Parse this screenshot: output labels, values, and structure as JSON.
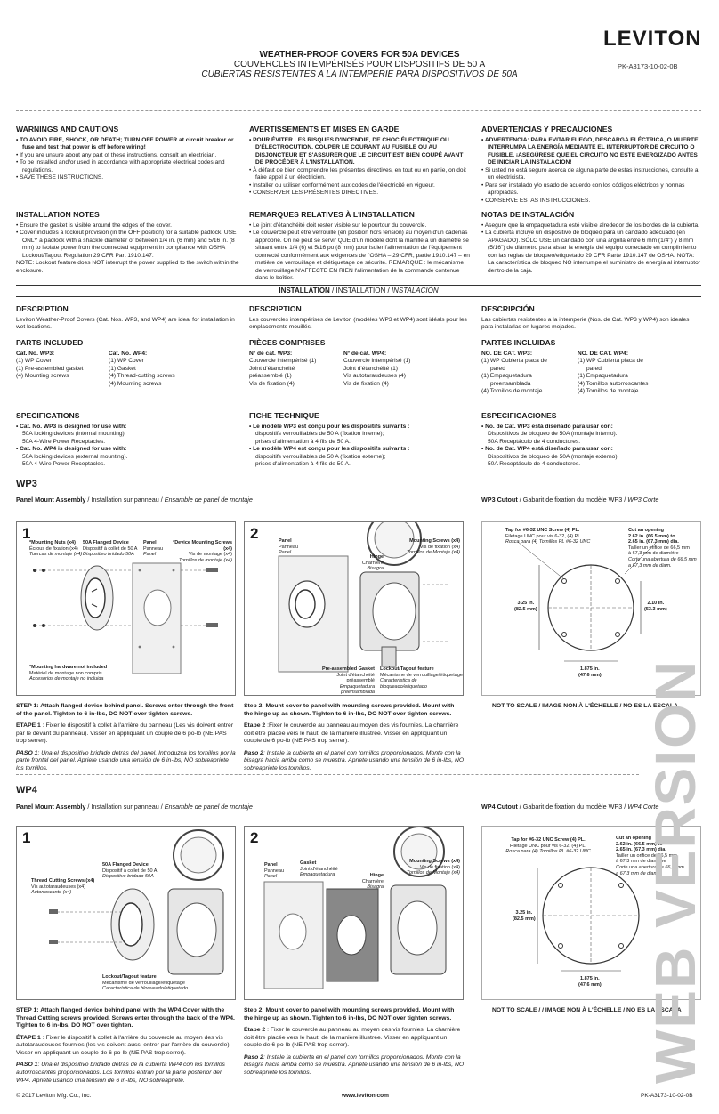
{
  "header": {
    "brand": "LEVITON",
    "doc_code": "PK-A3173-10-02-0B",
    "title_en": "WEATHER-PROOF COVERS FOR 50A DEVICES",
    "title_fr": "COUVERCLES INTEMPÉRISÉS POUR DISPOSITIFS DE 50 A",
    "title_es": "CUBIERTAS RESISTENTES A LA INTEMPERIE PARA DISPOSITIVOS DE 50A"
  },
  "warnings": {
    "en_title": "WARNINGS AND CAUTIONS",
    "en_items": [
      "TO AVOID FIRE, SHOCK, OR DEATH; TURN OFF POWER at circuit breaker or fuse and test that power is off before wiring!",
      "If you are unsure about any part of these instructions, consult an electrician.",
      "To be installed and/or used in accordance with appropriate electrical codes and regulations.",
      "SAVE THESE INSTRUCTIONS."
    ],
    "fr_title": "AVERTISSEMENTS ET MISES EN GARDE",
    "fr_items": [
      "POUR ÉVITER LES RISQUES D'INCENDIE, DE CHOC ÉLECTRIQUE OU D'ÉLECTROCUTION, COUPER LE COURANT AU FUSIBLE OU AU DISJONCTEUR ET S'ASSURER QUE LE CIRCUIT EST BIEN COUPÉ AVANT DE PROCÉDER À L'INSTALLATION.",
      "À défaut de bien comprendre les présentes directives, en tout ou en partie, on doit faire appel à un électricien.",
      "Installer ou utiliser conformément aux codes de l'électricité en vigueur.",
      "CONSERVER LES PRÉSENTES DIRECTIVES."
    ],
    "es_title": "ADVERTENCIAS Y PRECAUCIONES",
    "es_items": [
      "ADVERTENCIA: PARA EVITAR FUEGO, DESCARGA ELÉCTRICA, O MUERTE, INTERRUMPA LA ENERGÍA MEDIANTE EL INTERRUPTOR DE CIRCUITO O FUSIBLE. ¡ASEGÚRESE QUE EL CIRCUITO NO ESTE ENERGIZADO ANTES DE INICIAR LA INSTALACION!",
      "Si usted no está seguro acerca de alguna parte de estas instrucciones, consulte a un electricista.",
      "Para ser instalado y/o usado de acuerdo con los códigos eléctricos y normas apropiadas.",
      "CONSERVE ESTAS INSTRUCCIONES."
    ]
  },
  "install_notes": {
    "en_title": "INSTALLATION NOTES",
    "en_items": [
      "Ensure the gasket is visible around the edges of the cover.",
      "Cover includes a lockout provision (in the OFF position) for a suitable padlock. USE ONLY a padlock with a shackle diameter of between 1/4 in. (6 mm) and 5/16 in. (8 mm) to isolate power from the connected equipment in compliance with OSHA Lockout/Tagout Regulation 29 CFR Part 1910.147."
    ],
    "en_note": "NOTE: Lockout feature does NOT interrupt the power supplied to the switch within the enclosure.",
    "fr_title": "REMARQUES RELATIVES À L'INSTALLATION",
    "fr_items": [
      "Le joint d'étanchéité doit rester visible sur le pourtour du couvercle.",
      "Le couvercle peut être verrouillé (en position hors tension) au moyen d'un cadenas approprié. On ne peut se servir QUE d'un modèle dont la manille a un diamètre se situant entre 1/4 (6) et 5/16 po (8 mm) pour isoler l'alimentation de l'équipement connecté conformément aux exigences de l'OSHA – 29 CFR, partie 1910.147 – en matière de verrouillage et d'étiquetage de sécurité. REMARQUE : le mécanisme de verrouillage N'AFFECTE EN RIEN l'alimentation de la commande contenue dans le boîtier."
    ],
    "es_title": "NOTAS DE INSTALACIÓN",
    "es_items": [
      "Asegure que la empaquetadura esté visible alrededor de los bordes de la cubierta.",
      "La cubierta incluye un dispositivo de bloqueo para un candado adecuado (en APAGADO). SÓLO USE un candado con una argolla entre 6 mm (1/4\") y 8 mm (5/16\") de diámetro para aislar la energía del equipo conectado en cumplimiento con las reglas de bloqueo/etiquetado 29 CFR Parte 1910.147 de OSHA. NOTA: La característica de bloqueo NO interrumpe el suministro de energía al interruptor dentro de la caja."
    ]
  },
  "install_band": {
    "en": "INSTALLATION",
    "fr": "INSTALLATION",
    "es": "INSTALACIÓN"
  },
  "description": {
    "en_title": "DESCRIPTION",
    "en_text": "Leviton Weather-Proof Covers (Cat. Nos. WP3, and WP4) are ideal for installation in wet locations.",
    "fr_title": "DESCRIPTION",
    "fr_text": "Les couvercles intempérisés de Leviton (modèles WP3 et WP4) sont idéals pour les emplacements mouillés.",
    "es_title": "DESCRIPCIÓN",
    "es_text": "Las cubiertas resistentes a la intemperie (Nos. de Cat. WP3 y WP4) son ideales para instalarlas en lugares mojados."
  },
  "parts": {
    "en_title": "PARTS INCLUDED",
    "en_wp3_head": "Cat. No. WP3:",
    "en_wp3": [
      "(1) WP Cover",
      "(1) Pre-assembled gasket",
      "(4) Mounting screws"
    ],
    "en_wp4_head": "Cat. No. WP4:",
    "en_wp4": [
      "(1) WP Cover",
      "(1) Gasket",
      "(4) Thread-cutting screws",
      "(4) Mounting screws"
    ],
    "fr_title": "PIÈCES COMPRISES",
    "fr_wp3_head": "Nº de cat. WP3:",
    "fr_wp3": [
      "Couvercle intempérisé (1)",
      "Joint d'étanchéité",
      "préassemblé (1)",
      "Vis de fixation (4)"
    ],
    "fr_wp4_head": "Nº de cat. WP4:",
    "fr_wp4": [
      "Couvercle intempérisé (1)",
      "Joint d'étanchéité (1)",
      "Vis autotaraudeuses (4)",
      "Vis de fixation (4)"
    ],
    "es_title": "PARTES INCLUIDAS",
    "es_wp3_head": "NO. DE CAT. WP3:",
    "es_wp3": [
      "(1) WP Cubierta placa de",
      "pared",
      "(1) Empaquetadura",
      "preensamblada",
      "(4) Tornillos de montaje"
    ],
    "es_wp4_head": "NO. DE CAT. WP4:",
    "es_wp4": [
      "(1) WP Cubierta placa de",
      "pared",
      "(1) Empaquetadura",
      "(4) Tornillos autorroscantes",
      "(4) Tornillos de montaje"
    ]
  },
  "specs": {
    "en_title": "SPECIFICATIONS",
    "en_items": [
      {
        "head": "Cat. No. WP3 is designed for use with:",
        "lines": [
          "50A locking devices (internal mounting).",
          "50A 4-Wire Power Receptacles."
        ]
      },
      {
        "head": "Cat. No. WP4 is designed for use with:",
        "lines": [
          "50A locking devices (external mounting).",
          "50A 4-Wire Power Receptacles."
        ]
      }
    ],
    "fr_title": "FICHE TECHNIQUE",
    "fr_items": [
      {
        "head": "Le modèle WP3 est conçu pour les dispositifs suivants :",
        "lines": [
          "dispositifs verrouillables de 50 A (fixation interne);",
          "prises d'alimentation à 4 fils de 50 A."
        ]
      },
      {
        "head": "Le modèle WP4 est conçu pour les dispositifs suivants :",
        "lines": [
          "dispositifs verrouillables de 50 A (fixation externe);",
          "prises d'alimentation à 4 fils de 50 A."
        ]
      }
    ],
    "es_title": "ESPECIFICACIONES",
    "es_items": [
      {
        "head": "No. de Cat. WP3 está diseñado para usar con:",
        "lines": [
          "Dispositivos de bloqueo de 50A (montaje interno).",
          "50A Receptáculo de 4 conductores."
        ]
      },
      {
        "head": "No. de Cat. WP4 está diseñado para usar con:",
        "lines": [
          "Dispositivos de bloqueo de 50A (montaje externo).",
          "50A Receptáculo de 4 conductores."
        ]
      }
    ]
  },
  "wp3": {
    "title": "WP3",
    "panel_mount_en": "Panel Mount Assembly",
    "panel_mount_fr": "Installation sur panneau",
    "panel_mount_es": "Ensamble de panel de montaje",
    "cutout_en": "WP3 Cutout",
    "cutout_fr": "Gabarit de fixation du modèle WP3",
    "cutout_es": "WP3 Corte",
    "fig1_num": "1",
    "fig2_num": "2",
    "fig1_labels": {
      "nuts": [
        "*Mounting Nuts (x4)",
        "Écrous de fixation (x4)",
        "Tuercas de montaje (x4)"
      ],
      "flanged": [
        "50A Flanged Device",
        "Dispositif à collet de 50 A",
        "Dispositivo bridado 50A"
      ],
      "panel": [
        "Panel",
        "Panneau",
        "Panel"
      ],
      "screws": [
        "*Device Mounting Screws (x4)",
        "Vis de montage (x4)",
        "Tornillos de montaje (x4)"
      ],
      "hardware": [
        "*Mounting hardware not included",
        "Matériel de montage non compris",
        "Accesorios de montaje no incluida"
      ]
    },
    "fig2_labels": {
      "panel": [
        "Panel",
        "Panneau",
        "Panel"
      ],
      "hinge": [
        "Hinge",
        "Charnière",
        "Bisagra"
      ],
      "screws": [
        "Mounting Screws (x4)",
        "Vis de fixation (x4)",
        "Tornillos de Montaje (x4)"
      ],
      "gasket": [
        "Pre-assembled Gasket",
        "Joint d'étanchéité préassemblé",
        "Empaquetadura preensamblada"
      ],
      "lockout": [
        "Lockout/Tagout feature",
        "Mécanisme de verrouillage/étiquetage",
        "Característica de bloqueado/etiquetado"
      ]
    },
    "cut_labels": {
      "tap": [
        "Tap for #6-32 UNC Screw (4) PL.",
        "Filetage UNC pour vis 6-32, (4) PL.",
        "Rosca para (4) Tornillos PL #6-32 UNC"
      ],
      "cut": [
        "Cut an opening",
        "2.62 in. (66.5 mm) to",
        "2.65 in. (67.3 mm) dia.",
        "Tailler un orifice de 66,5 mm",
        "à 67,3 mm de diamètre",
        "Corte una abertura de 66,5 mm",
        "a 67,3 mm de diam."
      ],
      "d325": [
        "3.25 in.",
        "(82.5 mm)"
      ],
      "d210": [
        "2.10 in.",
        "(53.3 mm)"
      ],
      "d1875": [
        "1.875 in.",
        "(47.6 mm)"
      ]
    },
    "not_to_scale": "NOT TO SCALE / IMAGE NON À L'ÉCHELLE / NO ES LA ESCALA",
    "step1_en": "STEP 1: Attach flanged device behind panel. Screws enter through the front of the panel. Tighten to 6 in-lbs, DO NOT over tighten screws.",
    "step1_fr_lead": "ÉTAPE 1",
    "step1_fr": " : Fixer le dispositif à collet à l'arrière du panneau (Les vis doivent entrer par le devant du panneau). Visser en appliquant un couple de 6 po-lb (NE PAS trop serrer).",
    "step1_es_lead": "PASO 1",
    "step1_es": ": Una el dispositivo bridado detrás del panel. Introduzca los tornillos por la parte frontal del panel. Apriete usando una tensión de 6 in-lbs, NO sobreapriete los tornillos.",
    "step2_en": "Step 2: Mount cover to panel with mounting screws provided. Mount with the hinge up as shown. Tighten to 6 in-lbs, DO NOT over tighten screws.",
    "step2_fr_lead": "Étape 2",
    "step2_fr": " :Fixer le couvercle au panneau au moyen des vis fournies. La charnière doit être placée vers le haut, de la manière illustrée. Visser en appliquant un couple de 6 po-lb (NE PAS trop serrer).",
    "step2_es_lead": "Paso 2",
    "step2_es": ": Instale la cubierta en el panel con tornillos proporcionados. Monte con la bisagra hacia arriba como se muestra. Apriete usando una tensión de 6 in-lbs, NO sobreapriete los tornillos."
  },
  "wp4": {
    "title": "WP4",
    "panel_mount_en": "Panel Mount Assembly",
    "panel_mount_fr": "Installation sur panneau",
    "panel_mount_es": "Ensamble de panel de montaje",
    "cutout_en": "WP4 Cutout",
    "cutout_fr": "Gabarit de fixation du modèle WP3",
    "cutout_es": "WP4 Corte",
    "fig1_num": "1",
    "fig2_num": "2",
    "fig1_labels": {
      "flanged": [
        "50A Flanged Device",
        "Dispositif à collet de 50 A",
        "Dispositivo bridado 50A"
      ],
      "thread": [
        "Thread Cutting Screws (x4)",
        "Vis autotaraudeuses (x4)",
        "Autorroscante (x4)"
      ],
      "lockout": [
        "Lockout/Tagout feature",
        "Mécanisme de verrouillage/étiquetage",
        "Característica de bloqueado/etiquetado"
      ]
    },
    "fig2_labels": {
      "panel": [
        "Panel",
        "Panneau",
        "Panel"
      ],
      "gasket": [
        "Gasket",
        "Joint d'étanchéité",
        "Empaquetadura"
      ],
      "hinge": [
        "Hinge",
        "Charnière",
        "Bisagra"
      ],
      "screws": [
        "Mounting Screws (x4)",
        "Vis de fixation (x4)",
        "Tornillos de Montaje (x4)"
      ]
    },
    "cut_labels": {
      "tap": [
        "Tap for #6-32 UNC Screw (4) PL.",
        "Filetage UNC pour vis 6-32, (4) PL.",
        "Rosca para (4) Tornillos PL #6-32 UNC"
      ],
      "cut": [
        "Cut an opening",
        "2.62 in. (66.5 mm) to",
        "2.65 in. (67.3 mm) dia.",
        "Tailler un orifice de 66,5 mm",
        "à 67,3 mm de diamètre",
        "Corte una abertura de 66,5 mm",
        "a 67,3 mm de diam."
      ],
      "d325": [
        "3.25 in.",
        "(82.5 mm)"
      ],
      "d1875": [
        "1.875 in.",
        "(47.6 mm)"
      ]
    },
    "not_to_scale": "NOT TO SCALE / / IMAGE NON À L'ÉCHELLE  / NO ES LA ESCALA",
    "step1_en": "STEP 1: Attach flanged device behind panel with the WP4 Cover with the Thread Cutting screws provided. Screws enter through the back of the WP4. Tighten to 6 in-lbs, DO NOT over tighten.",
    "step1_fr_lead": "ÉTAPE 1",
    "step1_fr": " : Fixer le dispositif à collet à l'arrière du couvercle au moyen des vis autotaraudeuses fournies (les vis doivent aussi entrer par l'arrière du couvercle). Visser en appliquant un couple de 6 po-lb (NE PAS trop serrer).",
    "step1_es_lead": "PASO 1",
    "step1_es": ": Una el dispositivo bridado detrás de la cubierta  WP4 con los tornillos autorroscantes proporcionados. Los tornillos entran por la parte posterior del WP4. Apriete usando una tensión de 6 in-lbs, NO sobreapriete.",
    "step2_en": "Step 2: Mount cover to panel with mounting screws provided. Mount with the hinge up as shown. Tighten to 6 in-lbs, DO NOT over tighten screws.",
    "step2_fr_lead": "Étape 2",
    "step2_fr": " : Fixer le couvercle au panneau au moyen des vis fournies. La charnière doit être placée vers le haut, de la manière illustrée. Visser en appliquant un couple de 6 po-lb (NE PAS trop serrer).",
    "step2_es_lead": "Paso 2",
    "step2_es": ": Instale la cubierta en el panel con tornillos proporcionados. Monte con la bisagra hacia arriba como se muestra. Apriete usando una tensión de 6 in-lbs, NO sobreapriete los tornillos."
  },
  "watermark": "WEB VERSION",
  "footer": {
    "copyright": "© 2017 Leviton Mfg. Co., Inc.",
    "url": "www.leviton.com",
    "code": "PK-A3173-10-02-0B"
  }
}
